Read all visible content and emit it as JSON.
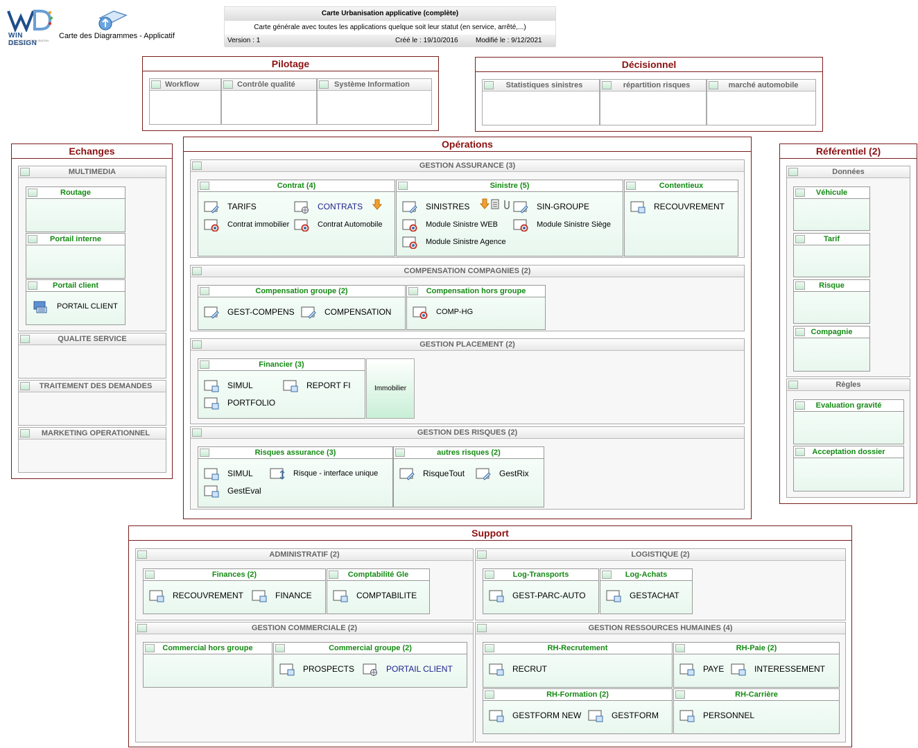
{
  "logo": {
    "text": "WIN DESIGN",
    "tagline": "SOLUTION DE MODELISATION D'ENTREPRISE"
  },
  "diagram_label": "Carte des Diagrammes - Applicatif",
  "header": {
    "title": "Carte Urbanisation applicative (complète)",
    "description": "Carte générale avec toutes les applications quelque soit leur statut (en service, arrêté,...)",
    "version": "Version : 1",
    "created": "Créé le : 19/10/2016",
    "modified": "Modifié le : 9/12/2021"
  },
  "zones": {
    "pilotage": {
      "title": "Pilotage",
      "q1": "Workflow",
      "q2": "Contrôle qualité",
      "q3": "Système Information"
    },
    "decisionnel": {
      "title": "Décisionnel",
      "q1": "Statistiques sinistres",
      "q2": "répartition risques",
      "q3": "marché automobile"
    },
    "echanges": {
      "title": "Echanges",
      "multimedia": "MULTIMEDIA",
      "routage": "Routage",
      "portail_interne": "Portail interne",
      "portail_client": "Portail client",
      "portail_client_app": "PORTAIL CLIENT",
      "qualite": "QUALITE SERVICE",
      "traitement": "TRAITEMENT DES DEMANDES",
      "marketing": "MARKETING OPERATIONNEL"
    },
    "operations": {
      "title": "Opérations",
      "gestion_assurance": "GESTION ASSURANCE (3)",
      "contrat": "Contrat (4)",
      "tarifs": "TARIFS",
      "contrats": "CONTRATS",
      "contrat_immo": "Contrat immobilier",
      "contrat_auto": "Contrat Automobile",
      "sinistre": "Sinistre (5)",
      "sinistres": "SINISTRES",
      "sin_groupe": "SIN-GROUPE",
      "mod_web": "Module Sinistre WEB",
      "mod_siege": "Module Sinistre Siège",
      "mod_agence": "Module Sinistre Agence",
      "contentieux": "Contentieux",
      "recouvrement": "RECOUVREMENT",
      "compensation_cie": "COMPENSATION COMPAGNIES (2)",
      "comp_groupe": "Compensation groupe (2)",
      "gest_compens": "GEST-COMPENS",
      "compensation": "COMPENSATION",
      "comp_hors": "Compensation hors groupe",
      "comp_hg": "COMP-HG",
      "gestion_placement": "GESTION PLACEMENT (2)",
      "financier": "Financier (3)",
      "simul": "SIMUL",
      "report_fi": "REPORT FI",
      "portfolio": "PORTFOLIO",
      "immobilier": "Immobilier",
      "gestion_risques": "GESTION DES RISQUES (2)",
      "risques_assurance": "Risques assurance (3)",
      "simul2": "SIMUL",
      "risque_iu": "Risque - interface unique",
      "gesteval": "GestEval",
      "autres_risques": "autres risques (2)",
      "risquetout": "RisqueTout",
      "gestrix": "GestRix"
    },
    "referentiel": {
      "title": "Référentiel (2)",
      "donnees": "Données",
      "vehicule": "Véhicule",
      "tarif": "Tarif",
      "risque": "Risque",
      "compagnie": "Compagnie",
      "regles": "Règles",
      "eval": "Evaluation gravité",
      "accept": "Acceptation dossier"
    },
    "support": {
      "title": "Support",
      "administratif": "ADMINISTRATIF (2)",
      "finances": "Finances (2)",
      "recouvrement": "RECOUVREMENT",
      "finance": "FINANCE",
      "compta_gle": "Comptabilité Gle",
      "comptabilite": "COMPTABILITE",
      "logistique": "LOGISTIQUE (2)",
      "log_transports": "Log-Transports",
      "gest_parc": "GEST-PARC-AUTO",
      "log_achats": "Log-Achats",
      "gestachat": "GESTACHAT",
      "gestion_commerciale": "GESTION COMMERCIALE (2)",
      "comm_hors": "Commercial hors groupe",
      "comm_groupe": "Commercial groupe (2)",
      "prospects": "PROSPECTS",
      "portail_client": "PORTAIL CLIENT",
      "grh": "GESTION RESSOURCES HUMAINES (4)",
      "rh_recrut": "RH-Recrutement",
      "recrut": "RECRUT",
      "rh_paie": "RH-Paie (2)",
      "paye": "PAYE",
      "interessement": "INTERESSEMENT",
      "rh_formation": "RH-Formation (2)",
      "gestform_new": "GESTFORM NEW",
      "gestform": "GESTFORM",
      "rh_carriere": "RH-Carrière",
      "personnel": "PERSONNEL"
    }
  }
}
